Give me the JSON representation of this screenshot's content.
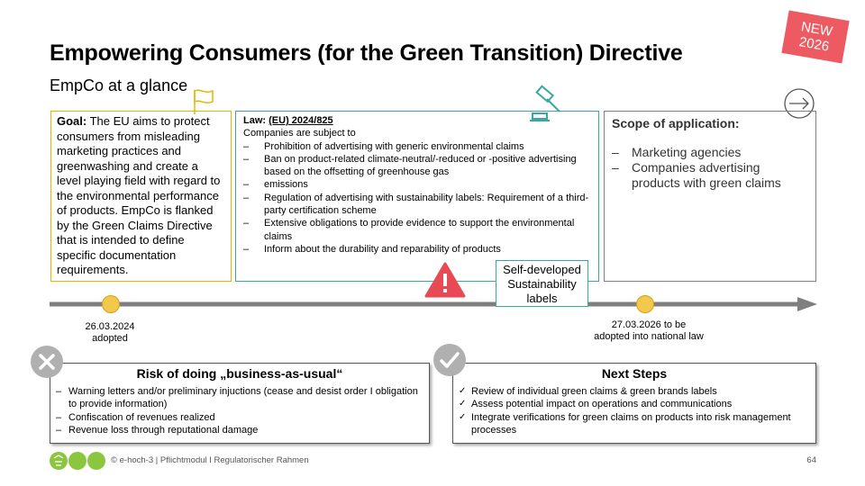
{
  "badge": {
    "line1": "NEW",
    "line2": "2026"
  },
  "header": {
    "title": "Empowering Consumers (for the Green Transition) Directive",
    "subtitle": "EmpCo at a glance"
  },
  "goal": {
    "label": "Goal:",
    "text": " The EU aims to protect consumers from misleading marketing practices and greenwashing and create a level playing field with regard to the environmental performance of products. EmpCo is flanked by the Green Claims Directive that is intended to define specific documentation requirements."
  },
  "law": {
    "label": "Law: ",
    "ref": "(EU) 2024/825",
    "intro": "Companies are subject to",
    "items": [
      "Prohibition of advertising with generic environmental claims",
      "Ban on product-related climate-neutral/-reduced or -positive advertising based on the offsetting of greenhouse gas",
      "emissions",
      "Regulation of advertising with sustainability labels: Requirement of a third-party certification scheme",
      "Extensive obligations to provide evidence to support the environmental claims",
      "Inform about the durability and reparability of products"
    ]
  },
  "scope": {
    "title": "Scope of application:",
    "items": [
      "Marketing agencies",
      "Companies advertising products with green claims"
    ]
  },
  "callout": {
    "line1": "Self-developed",
    "line2": "Sustainability",
    "line3": "labels"
  },
  "timeline": {
    "milestone1": {
      "date": "26.03.2024",
      "note": "adopted"
    },
    "milestone2": {
      "date": "27.03.2026 to be",
      "note": "adopted into national law"
    }
  },
  "risk": {
    "title": "Risk of doing „business-as-usual“",
    "items": [
      "Warning letters and/or preliminary injuctions (cease and desist order I obligation to provide information)",
      "Confiscation of revenues realized",
      "Revenue loss through reputational damage"
    ]
  },
  "next": {
    "title": "Next Steps",
    "items": [
      "Review of individual green claims & green brands labels",
      "Assess potential impact on operations and communications",
      "Integrate verifications for green claims on products into risk management processes"
    ]
  },
  "footer": {
    "text": "© e-hoch-3 | Pflichtmodul I Regulatorischer Rahmen",
    "page": "64"
  },
  "colors": {
    "badge": "#ee5a62",
    "goal_border": "#e8b400",
    "law_border": "#3aa8a0",
    "milestone": "#f2c94c",
    "warning": "#e84a55",
    "logo_green": "#8cc63f"
  },
  "icons": [
    "flag-icon",
    "gavel-icon",
    "arrow-circle-icon",
    "warning-icon",
    "x-circle-icon",
    "check-circle-icon",
    "logo-icon"
  ]
}
